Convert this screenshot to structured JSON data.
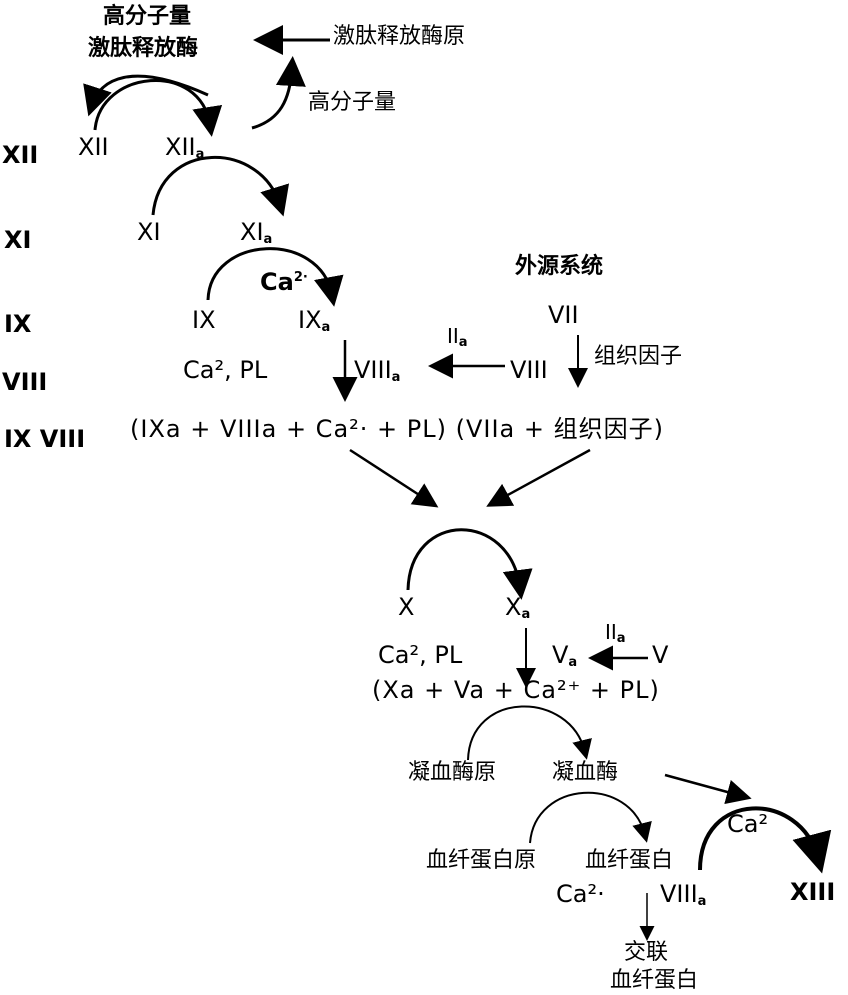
{
  "stages_left": [
    "XII",
    "XI",
    "IX",
    "VIII",
    "IX VIII"
  ],
  "top": {
    "hmw_kallikrein_l1": "高分子量",
    "hmw_kallikrein_l2": "激肽释放酶",
    "prekallikrein": "激肽释放酶原",
    "hmw": "高分子量"
  },
  "intrinsic": {
    "xii": "XII",
    "xiia": "XII",
    "xiia_sub": "a",
    "xi": "XI",
    "xia": "XI",
    "xia_sub": "a",
    "ca": "Ca",
    "ca_sup": "2·",
    "ix": "IX",
    "ixa": "IX",
    "ixa_sub": "a",
    "ca_pl": "Ca², PL",
    "viiia": "VIII",
    "viiia_sub": "a"
  },
  "extrinsic": {
    "title": "外源系统",
    "vii": "VII",
    "viii": "VIII",
    "iia": "II",
    "iia_sub": "a",
    "tissue_factor": "组织因子"
  },
  "complex1": "(IXa + VIIIa + Ca²· + PL) (VIIa + 组织因子)",
  "common": {
    "x": "X",
    "xa": "X",
    "xa_sub": "a",
    "iia": "II",
    "iia_sub": "a",
    "ca_pl": "Ca², PL",
    "va": "V",
    "va_sub": "a",
    "v": "V",
    "complex2": "(Xa + Va + Ca²⁺ + PL)",
    "prothrombin": "凝血酶原",
    "thrombin": "凝血酶",
    "fibrinogen": "血纤蛋白原",
    "fibrin": "血纤蛋白",
    "ca_xiii": "Ca²",
    "ca2": "Ca²·",
    "viiia": "VIII",
    "viiia_sub": "a",
    "xiii": "XIII",
    "crosslinked_l1": "交联",
    "crosslinked_l2": "血纤蛋白"
  }
}
